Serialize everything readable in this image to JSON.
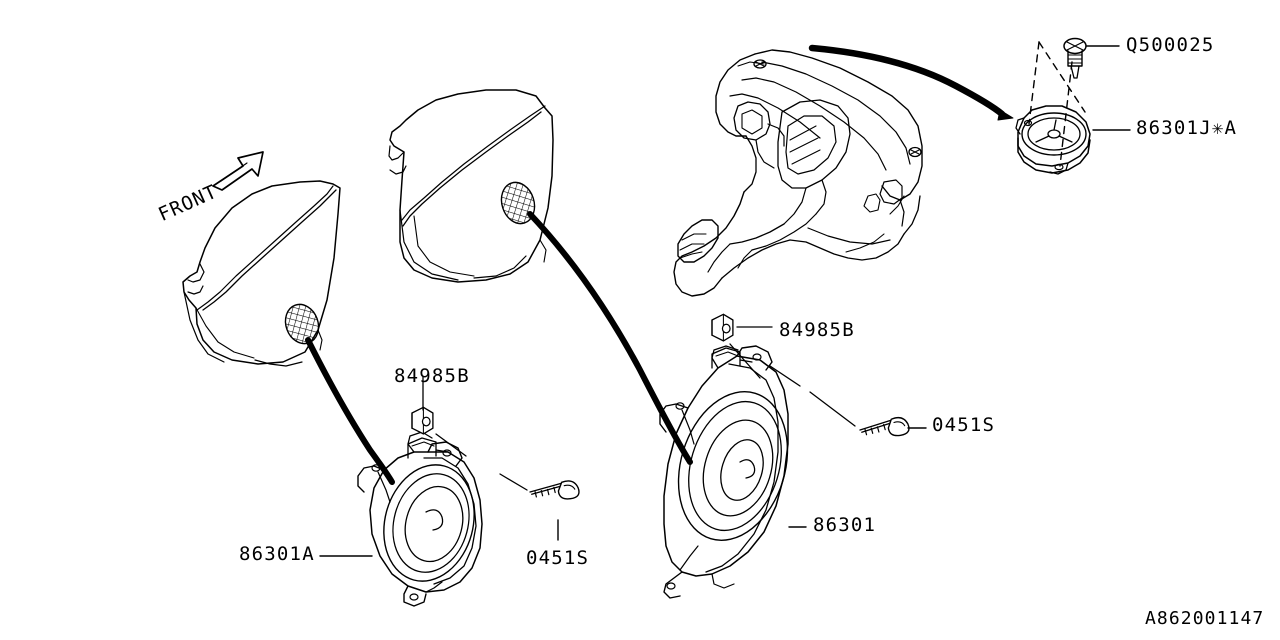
{
  "diagram": {
    "id": "A862001147",
    "front_marker": "FRONT",
    "background_color": "#ffffff",
    "line_color": "#000000"
  },
  "labels": {
    "screw_tweeter": "Q500025",
    "tweeter": "86301J✳A",
    "clip_rear": "84985B",
    "clip_front": "84985B",
    "screw_front": "0451S",
    "screw_rear": "0451S",
    "speaker_front": "86301",
    "speaker_rear": "86301A"
  },
  "parts": [
    {
      "ref": "Q500025",
      "name": "screw-tweeter",
      "shape": "screw"
    },
    {
      "ref": "86301J✳A",
      "name": "tweeter-speaker",
      "shape": "round-tweeter"
    },
    {
      "ref": "84985B",
      "name": "speaker-clip-front",
      "shape": "clip"
    },
    {
      "ref": "84985B",
      "name": "speaker-clip-rear",
      "shape": "clip"
    },
    {
      "ref": "0451S",
      "name": "tapping-screw-front",
      "shape": "tapping-screw"
    },
    {
      "ref": "0451S",
      "name": "tapping-screw-rear",
      "shape": "tapping-screw"
    },
    {
      "ref": "86301",
      "name": "front-door-speaker",
      "shape": "oval-speaker"
    },
    {
      "ref": "86301A",
      "name": "rear-door-speaker",
      "shape": "oval-speaker"
    }
  ],
  "assemblies": [
    {
      "name": "instrument-panel",
      "description": "dashboard with center console"
    },
    {
      "name": "front-door-panel",
      "description": "front door with speaker grille"
    },
    {
      "name": "rear-door-panel",
      "description": "rear door with speaker grille"
    }
  ]
}
